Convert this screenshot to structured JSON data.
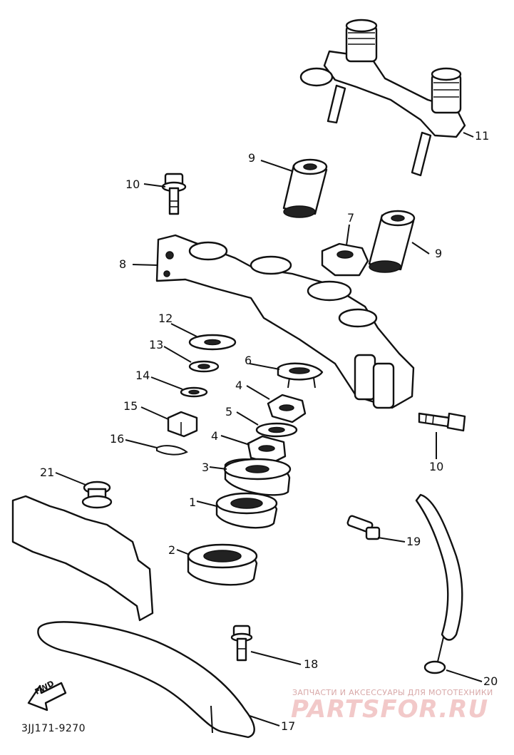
{
  "labels": {
    "c1": "1",
    "c2": "2",
    "c3": "3",
    "c4a": "4",
    "c4b": "4",
    "c5": "5",
    "c6": "6",
    "c7": "7",
    "c8": "8",
    "c9a": "9",
    "c9b": "9",
    "c10a": "10",
    "c10b": "10",
    "c11": "11",
    "c12": "12",
    "c13": "13",
    "c14": "14",
    "c15": "15",
    "c16": "16",
    "c17": "17",
    "c18": "18",
    "c19": "19",
    "c20": "20",
    "c21": "21"
  },
  "diagram_code": "3JJ171-9270",
  "direction_marker": "FWD",
  "watermark": {
    "tagline": "ЗАПЧАСТИ И АКСЕССУАРЫ ДЛЯ МОТОТЕХНИКИ",
    "logo": "PARTSFOR.RU"
  }
}
